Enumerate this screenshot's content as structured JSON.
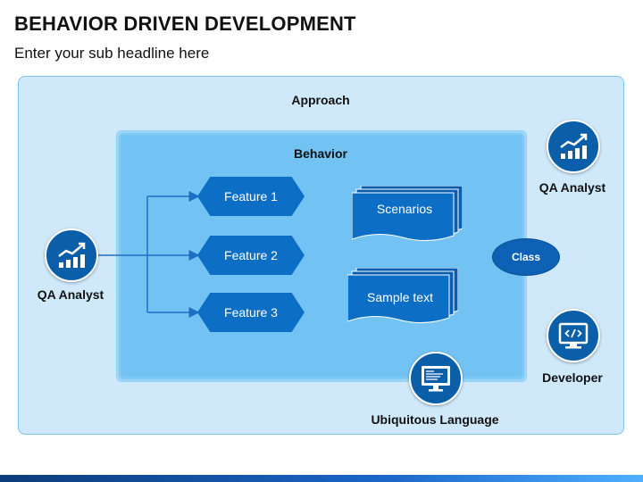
{
  "header": {
    "title": "BEHAVIOR DRIVEN DEVELOPMENT",
    "subtitle": "Enter your sub headline here"
  },
  "approach": {
    "label": "Approach"
  },
  "behavior": {
    "label": "Behavior"
  },
  "qa_left": {
    "label": "QA Analyst",
    "icon": "chart-growth-icon"
  },
  "qa_right": {
    "label": "QA Analyst",
    "icon": "chart-growth-icon"
  },
  "developer": {
    "label": "Developer",
    "icon": "monitor-code-icon"
  },
  "ubiquitous": {
    "label": "Ubiquitous Language",
    "icon": "monitor-document-icon"
  },
  "features": [
    "Feature 1",
    "Feature 2",
    "Feature 3"
  ],
  "documents": [
    "Scenarios",
    "Sample text"
  ],
  "class_node": {
    "label": "Class"
  },
  "colors": {
    "outer_fill": "#cfe9fb",
    "inner_fill": "#72c3f4",
    "node_blue": "#0d6ec5",
    "icon_blue": "#0b5fa8"
  }
}
